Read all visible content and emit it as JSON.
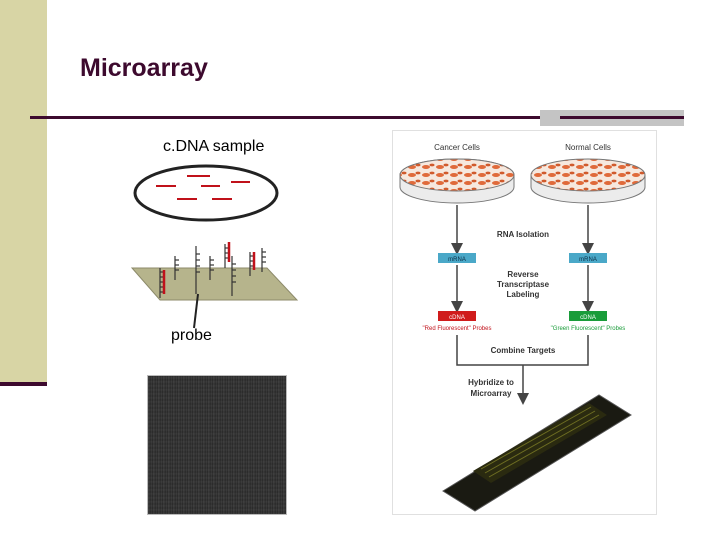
{
  "slide": {
    "title": "Microarray",
    "cdna_label": "c.DNA sample",
    "probe_label": "probe"
  },
  "flow": {
    "cancer_cells": "Cancer Cells",
    "normal_cells": "Normal Cells",
    "rna_isolation": "RNA Isolation",
    "mrna_left": "mRNA",
    "mrna_right": "mRNA",
    "rt_line1": "Reverse",
    "rt_line2": "Transcriptase",
    "rt_line3": "Labeling",
    "cdna_left": "cDNA",
    "cdna_right": "cDNA",
    "red_probes": "\"Red Fluorescent\" Probes",
    "green_probes": "\"Green Fluorescent\" Probes",
    "combine": "Combine Targets",
    "hyb_line1": "Hybridize to",
    "hyb_line2": "Microarray"
  },
  "colors": {
    "title": "#3d0a2e",
    "sidebar": "#d8d5a5",
    "probe_red": "#c0111a",
    "mrna_box": "#4aa8c8",
    "cdna_red": "#d01c1c",
    "cdna_green": "#1a9c3a",
    "dish_cell": "#e06a3a"
  }
}
